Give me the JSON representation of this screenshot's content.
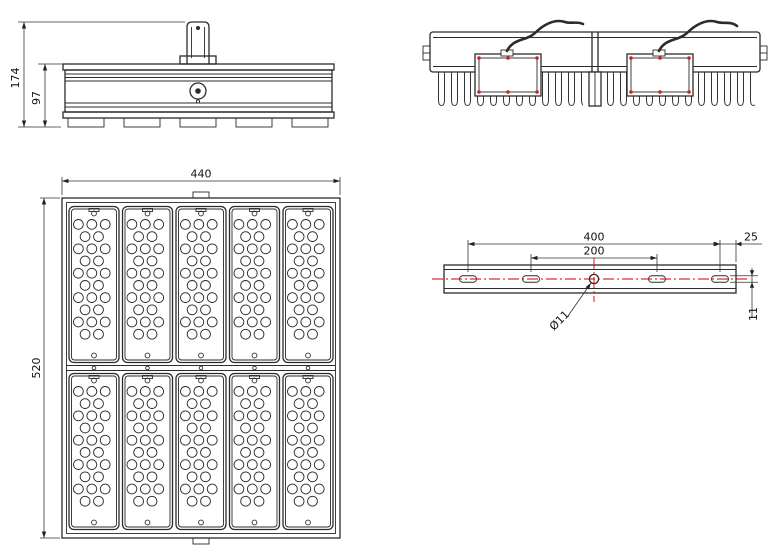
{
  "front_view": {
    "total_height": "174",
    "body_height": "97"
  },
  "face_view": {
    "width": "440",
    "height": "520"
  },
  "bracket_view": {
    "spacing_outer": "400",
    "spacing_inner": "200",
    "end_offset": "25",
    "slot_height": "11",
    "hole_diameter": "Ø11"
  },
  "colors": {
    "line": "#2b2b2b",
    "centerline": "#cc0000",
    "marker_dot": "#cc2222"
  }
}
